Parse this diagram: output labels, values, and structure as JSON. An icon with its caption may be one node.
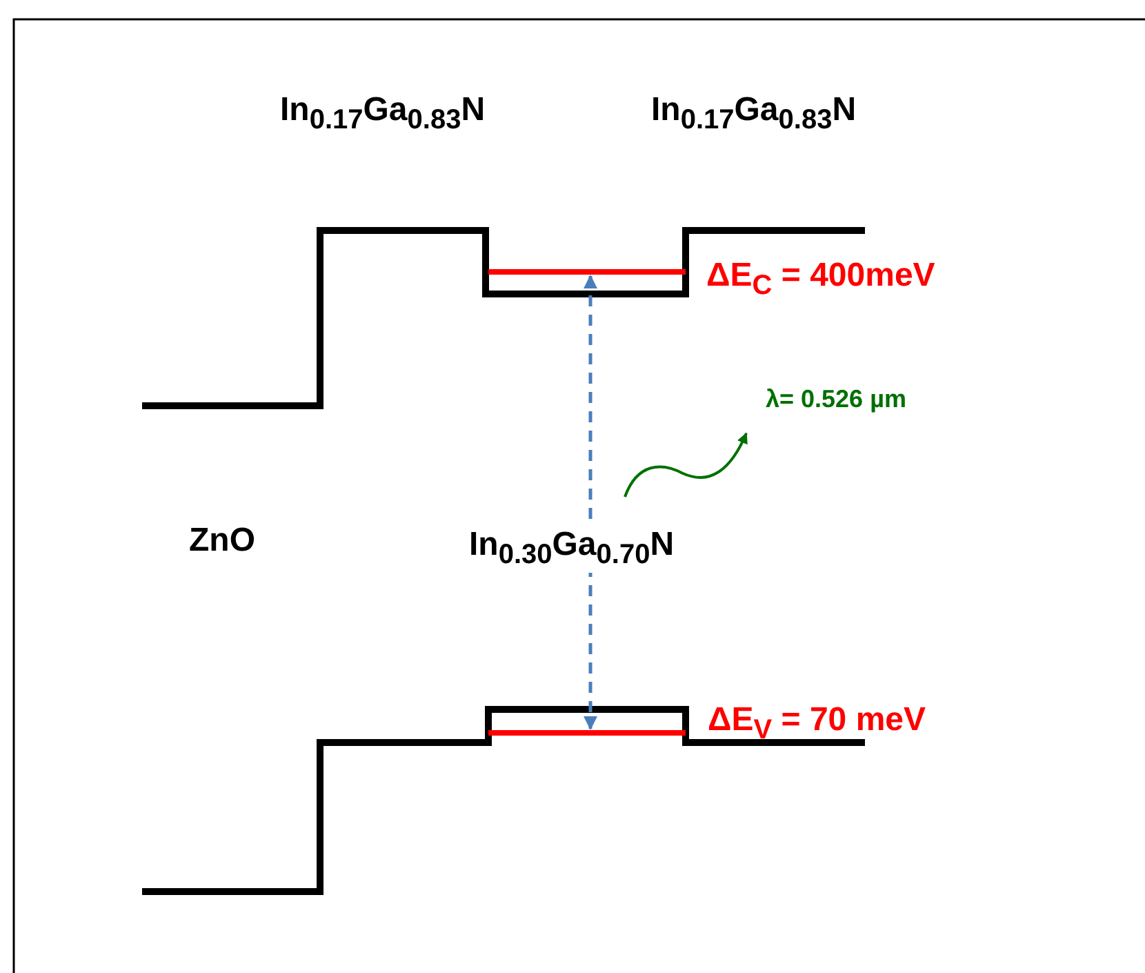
{
  "diagram": {
    "labels": [
      "In$_{0.17}$Ga$_{0.83}$N",
      "In$_{0.17}$Ga$_{0.83}$N",
      "ΔE$_{C}$ = 400meV",
      "λ= 0.526 µm",
      "ZnO",
      "In$_{0.30}$Ga$_{0.70}$N",
      "ΔE$_{V}$ = 70 meV"
    ]
  }
}
